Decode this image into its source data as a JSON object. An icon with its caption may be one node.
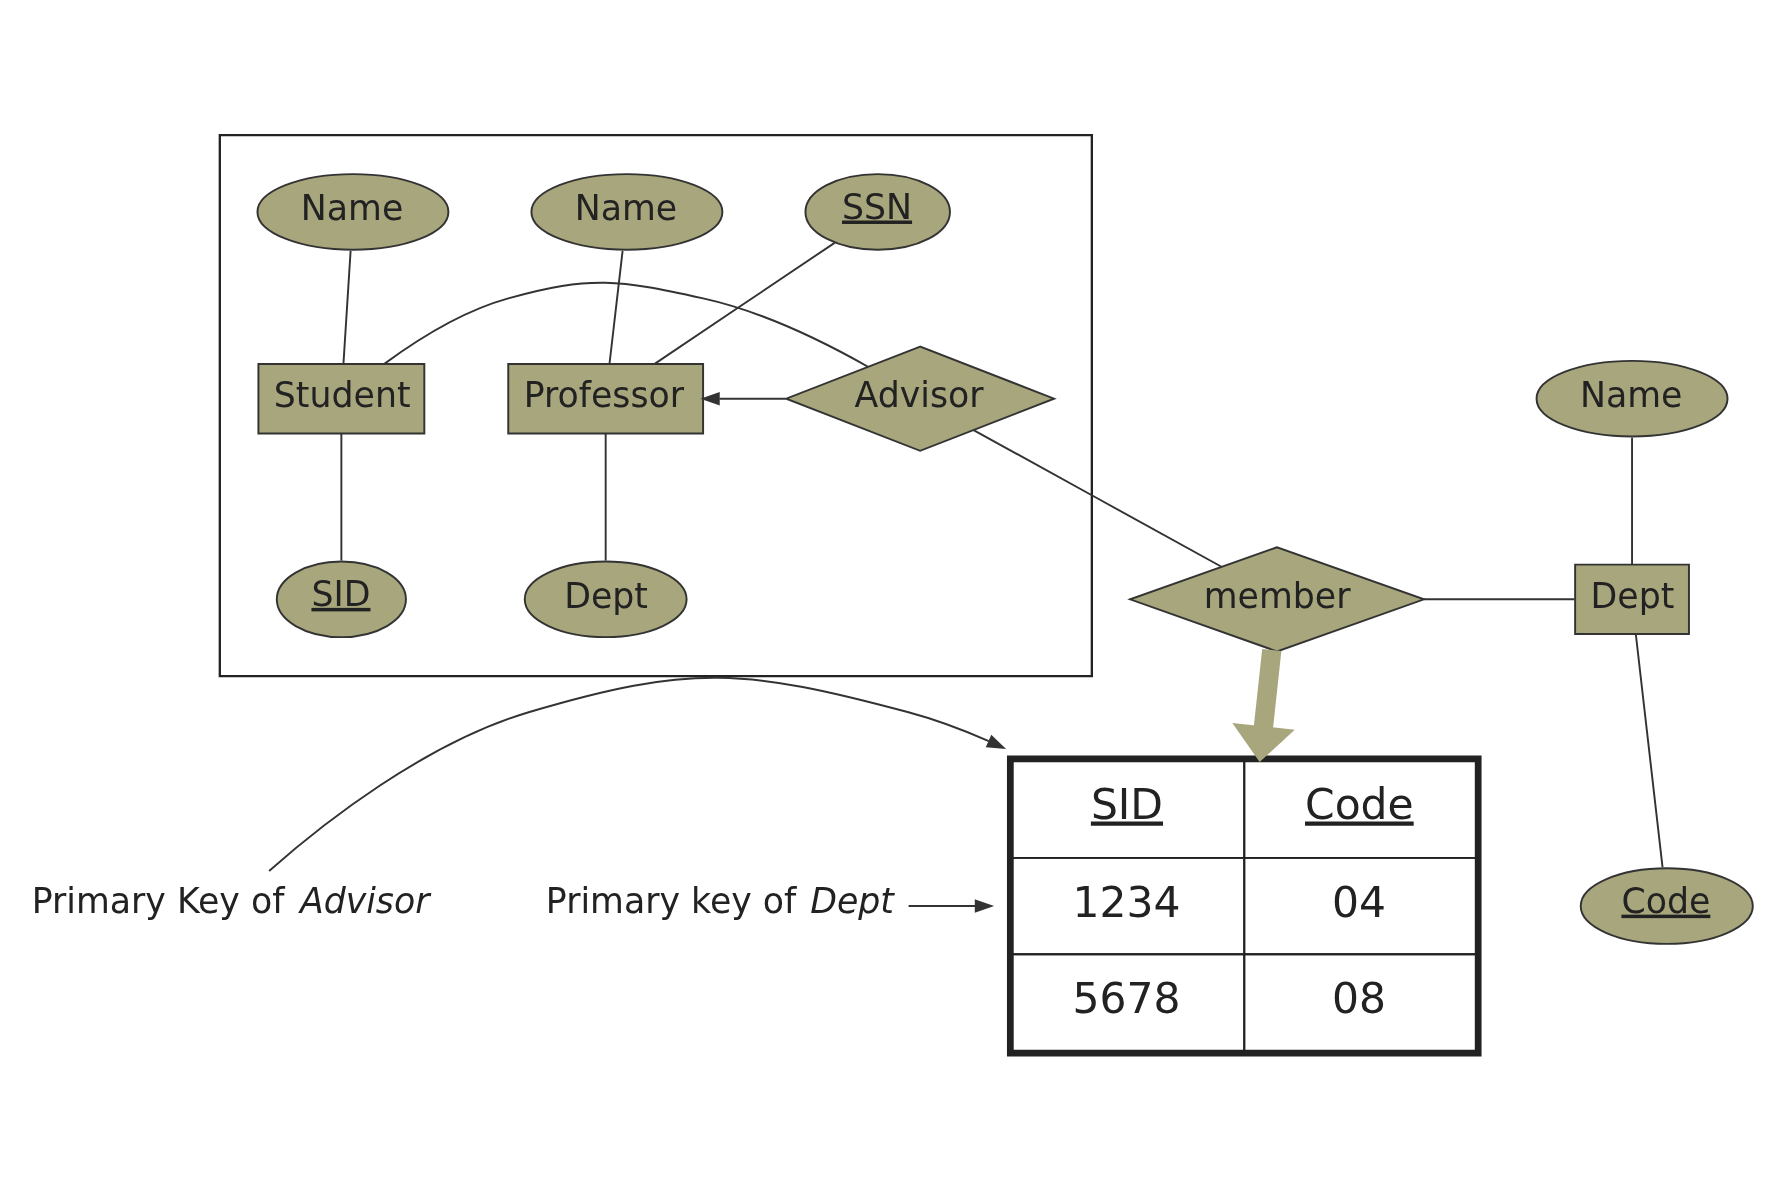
{
  "diagram": {
    "nodes": [
      {
        "text": [],
        "shape": "box"
      },
      {
        "text": [
          "Name"
        ],
        "in": 0
      },
      {
        "text": [
          "Student"
        ],
        "in": 0
      },
      {
        "text": [
          "SID"
        ],
        "in": 0
      },
      {
        "text": [
          "Advisor"
        ],
        "in": 0
      },
      {
        "text": [
          "SSN"
        ],
        "in": 0
      },
      {
        "text": [
          "Name"
        ],
        "in": 0
      },
      {
        "text": [
          "Professor"
        ],
        "in": 0
      },
      {
        "text": [
          "Dept"
        ],
        "in": 0
      },
      {
        "text": [
          "member"
        ]
      },
      {
        "text": [
          "Name"
        ]
      },
      {
        "text": [
          "Primary Key of *Advisor*"
        ]
      },
      {
        "text": [
          "Dept"
        ]
      },
      {
        "text": [
          "SID",
          "Code",
          "1234",
          "04",
          "5678",
          "08"
        ]
      },
      {
        "text": [
          "Code"
        ]
      },
      {
        "text": [
          "Primary key of *Dept*"
        ]
      }
    ],
    "edges": [
      {
        "from": 1,
        "to": 2,
        "arrow": "none"
      },
      {
        "from": 2,
        "to": 3,
        "arrow": "none"
      },
      {
        "from": 2,
        "to": 4,
        "arrow": "none"
      },
      {
        "from": 4,
        "to": 7,
        "arrow": "to"
      },
      {
        "from": 5,
        "to": 7,
        "arrow": "none"
      },
      {
        "from": 6,
        "to": 7,
        "arrow": "none"
      },
      {
        "from": 7,
        "to": 8,
        "arrow": "none"
      },
      {
        "from": 4,
        "to": 9,
        "arrow": "none"
      },
      {
        "from": 9,
        "to": 12,
        "arrow": "none"
      },
      {
        "from": 10,
        "to": 12,
        "arrow": "none"
      },
      {
        "from": 12,
        "to": 14,
        "arrow": "none"
      },
      {
        "from": 9,
        "to": 13,
        "arrow": "to",
        "style": "thick",
        "color": "#a8a67c"
      },
      {
        "from": 11,
        "to": 13,
        "arrow": "to"
      },
      {
        "from": 15,
        "to": 13,
        "arrow": "to"
      }
    ]
  }
}
